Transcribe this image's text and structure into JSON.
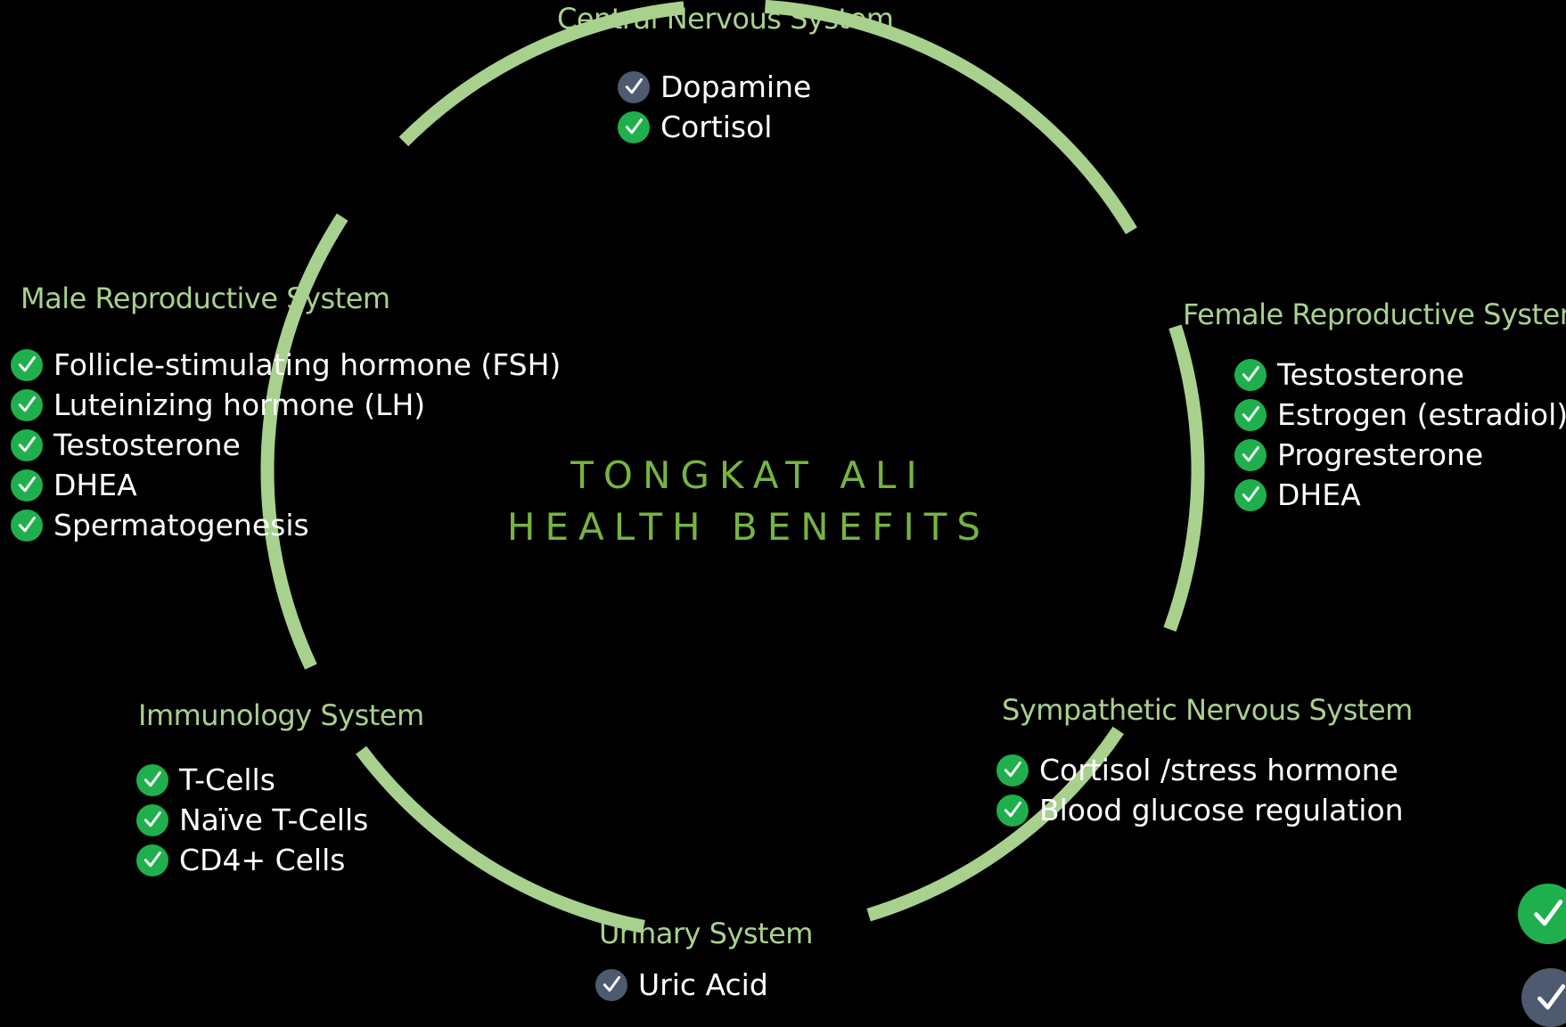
{
  "colors": {
    "ring": "#a9d18e",
    "heading": "#a9d18e",
    "center_title": "#77b43f",
    "check_green": "#1fb04d",
    "check_slate": "#4e5a70",
    "text": "#ffffff",
    "background": "#000000"
  },
  "center_title": {
    "line1": "TONGKAT ALI",
    "line2": "HEALTH BENEFITS"
  },
  "systems": {
    "central": {
      "title": "Central Nervous System",
      "items": [
        {
          "label": "Dopamine",
          "icon": "slate-check-icon"
        },
        {
          "label": "Cortisol",
          "icon": "green-check-icon"
        }
      ]
    },
    "male": {
      "title": "Male Reproductive System",
      "items": [
        {
          "label": "Follicle-stimulating hormone (FSH)",
          "icon": "green-check-icon"
        },
        {
          "label": "Luteinizing hormone (LH)",
          "icon": "green-check-icon"
        },
        {
          "label": "Testosterone",
          "icon": "green-check-icon"
        },
        {
          "label": "DHEA",
          "icon": "green-check-icon"
        },
        {
          "label": "Spermatogenesis",
          "icon": "green-check-icon"
        }
      ]
    },
    "female": {
      "title": "Female Reproductive System",
      "items": [
        {
          "label": "Testosterone",
          "icon": "green-check-icon"
        },
        {
          "label": "Estrogen (estradiol)",
          "icon": "green-check-icon"
        },
        {
          "label": "Progresterone",
          "icon": "green-check-icon"
        },
        {
          "label": "DHEA",
          "icon": "green-check-icon"
        }
      ]
    },
    "immunology": {
      "title": "Immunology System",
      "items": [
        {
          "label": "T-Cells",
          "icon": "green-check-icon"
        },
        {
          "label": "Naïve T-Cells",
          "icon": "green-check-icon"
        },
        {
          "label": "CD4+ Cells",
          "icon": "green-check-icon"
        }
      ]
    },
    "sympathetic": {
      "title": "Sympathetic Nervous System",
      "items": [
        {
          "label": "Cortisol /stress hormone",
          "icon": "green-check-icon"
        },
        {
          "label": "Blood glucose regulation",
          "icon": "green-check-icon"
        }
      ]
    },
    "urinary": {
      "title": "Urinary System",
      "items": [
        {
          "label": "Uric Acid",
          "icon": "slate-check-icon"
        }
      ]
    }
  },
  "legend": [
    {
      "icon": "green-check-icon"
    },
    {
      "icon": "slate-check-icon"
    }
  ]
}
